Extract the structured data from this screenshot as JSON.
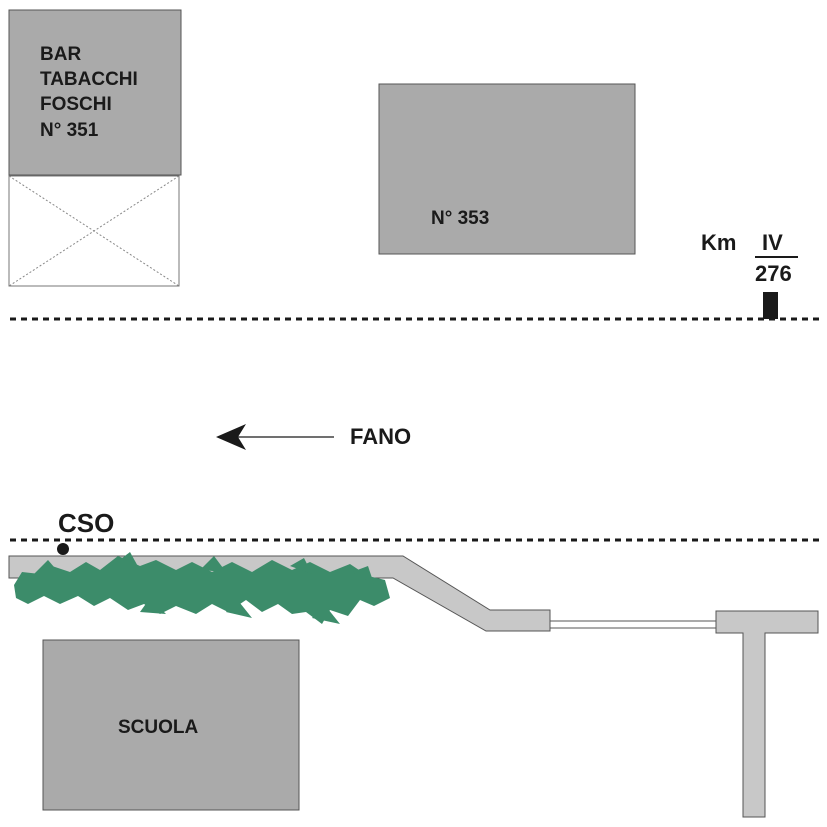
{
  "buildings": {
    "bar": {
      "lines": [
        "BAR",
        "TABACCHI",
        "FOSCHI",
        "N° 351"
      ]
    },
    "house_353": {
      "label": "N° 353"
    },
    "school": {
      "label": "SCUOLA"
    }
  },
  "milestone": {
    "unit": "Km",
    "road_number": "IV",
    "km_value": "276"
  },
  "direction": {
    "label": "FANO"
  },
  "stop": {
    "label": "CSO"
  },
  "colors": {
    "building_fill": "#aaaaaa",
    "building_stroke": "#555555",
    "hedge": "#3c8c6a",
    "road_line": "#1a1a1a",
    "curb": "#c8c8c8"
  }
}
